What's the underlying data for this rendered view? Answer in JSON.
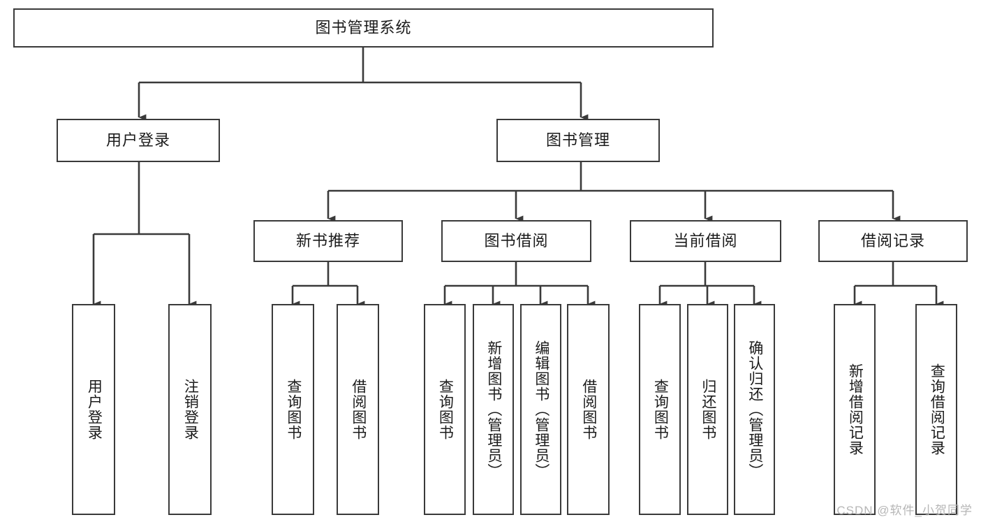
{
  "diagram": {
    "title": "图书管理系统",
    "watermark": "CSDN @软件_小贺同学",
    "colors": {
      "border": "#3a3a3a",
      "text": "#1b1b1b",
      "background": "#ffffff",
      "edge": "#3a3a3a",
      "watermark": "#b6b6b6"
    },
    "root": {
      "label": "图书管理系统"
    },
    "level2": [
      {
        "label": "用户登录"
      },
      {
        "label": "图书管理"
      }
    ],
    "level3": [
      {
        "label": "新书推荐"
      },
      {
        "label": "图书借阅"
      },
      {
        "label": "当前借阅"
      },
      {
        "label": "借阅记录"
      }
    ],
    "leaves": {
      "user_login": [
        {
          "label": "用户登录"
        },
        {
          "label": "注销登录"
        }
      ],
      "new_book": [
        {
          "label": "查询图书"
        },
        {
          "label": "借阅图书"
        }
      ],
      "borrow_book": [
        {
          "label": "查询图书"
        },
        {
          "label": "新增图书（管理员）"
        },
        {
          "label": "编辑图书（管理员）"
        },
        {
          "label": "借阅图书"
        }
      ],
      "current_borrow": [
        {
          "label": "查询图书"
        },
        {
          "label": "归还图书"
        },
        {
          "label": "确认归还（管理员）"
        }
      ],
      "borrow_record": [
        {
          "label": "新增借阅记录"
        },
        {
          "label": "查询借阅记录"
        }
      ]
    }
  }
}
